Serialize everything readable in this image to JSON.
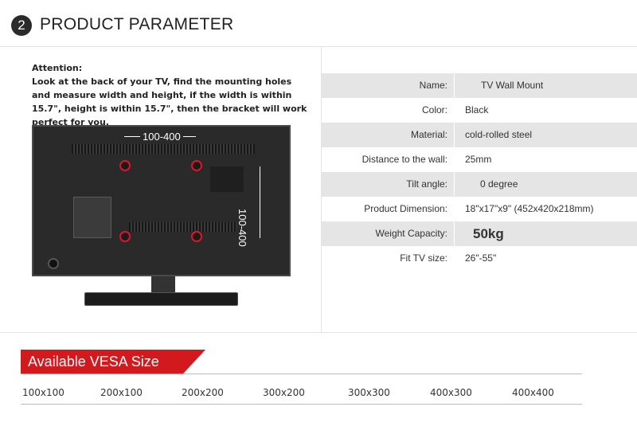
{
  "header": {
    "step_number": "2",
    "title": "PRODUCT PARAMETER"
  },
  "attention": {
    "title": "Attention:",
    "body": "Look at the back of your TV, find the mounting holes and measure width and height, if the width is within 15.7\", height is within 15.7\", then the bracket will work perfect for you."
  },
  "tv_diagram": {
    "width_label": "100-400",
    "height_label": "100-400"
  },
  "params": [
    {
      "label": "Name:",
      "value": "TV Wall Mount"
    },
    {
      "label": "Color:",
      "value": "Black"
    },
    {
      "label": "Material:",
      "value": "cold-rolled steel"
    },
    {
      "label": "Distance to the wall:",
      "value": "25mm"
    },
    {
      "label": "Tilt angle:",
      "value": "0  degree"
    },
    {
      "label": "Product Dimension:",
      "value": "18\"x17\"x9\" (452x420x218mm)"
    },
    {
      "label": "Weight Capacity:",
      "value": "50kg"
    },
    {
      "label": "Fit TV size:",
      "value": "26\"-55\""
    }
  ],
  "vesa": {
    "title": "Available VESA Size",
    "sizes": [
      "100x100",
      "200x100",
      "200x200",
      "300x200",
      "300x300",
      "400x300",
      "400x400"
    ]
  },
  "colors": {
    "accent_red": "#d21a1e",
    "row_shade": "#e5e5e5",
    "dark_circle": "#2b2b2b"
  }
}
